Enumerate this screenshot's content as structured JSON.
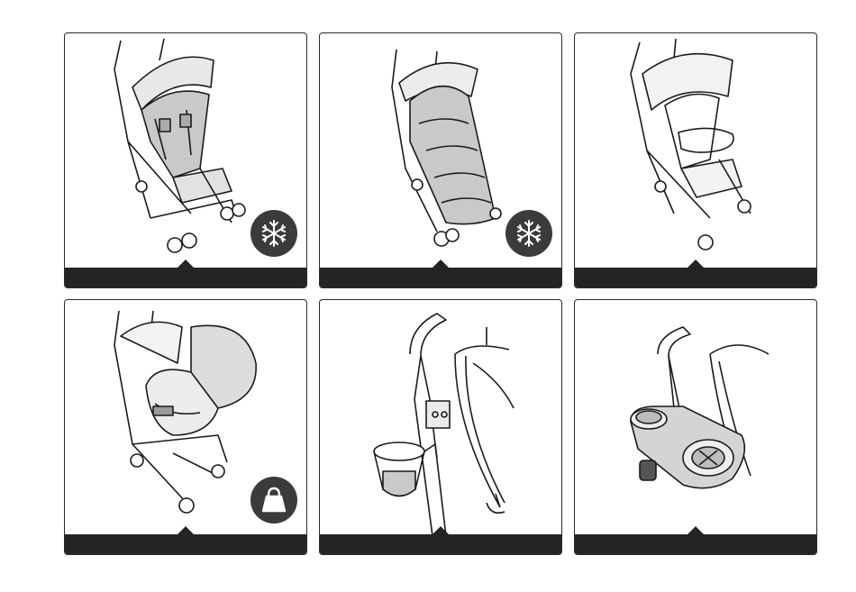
{
  "panels": [
    {
      "id": "stroller-with-seat-liner",
      "badge": "snowflake-icon"
    },
    {
      "id": "stroller-with-footmuff",
      "badge": "snowflake-icon"
    },
    {
      "id": "stroller-with-bumper-bar",
      "badge": ""
    },
    {
      "id": "stroller-with-car-seat",
      "badge": "bag-icon"
    },
    {
      "id": "stroller-with-cup-holder",
      "badge": ""
    },
    {
      "id": "stroller-with-snack-tray",
      "badge": ""
    }
  ],
  "colors": {
    "footer": "#252423",
    "badge": "#3c3b3a",
    "fill_gray": "#c9c9c9",
    "line": "#1a1a1a"
  }
}
